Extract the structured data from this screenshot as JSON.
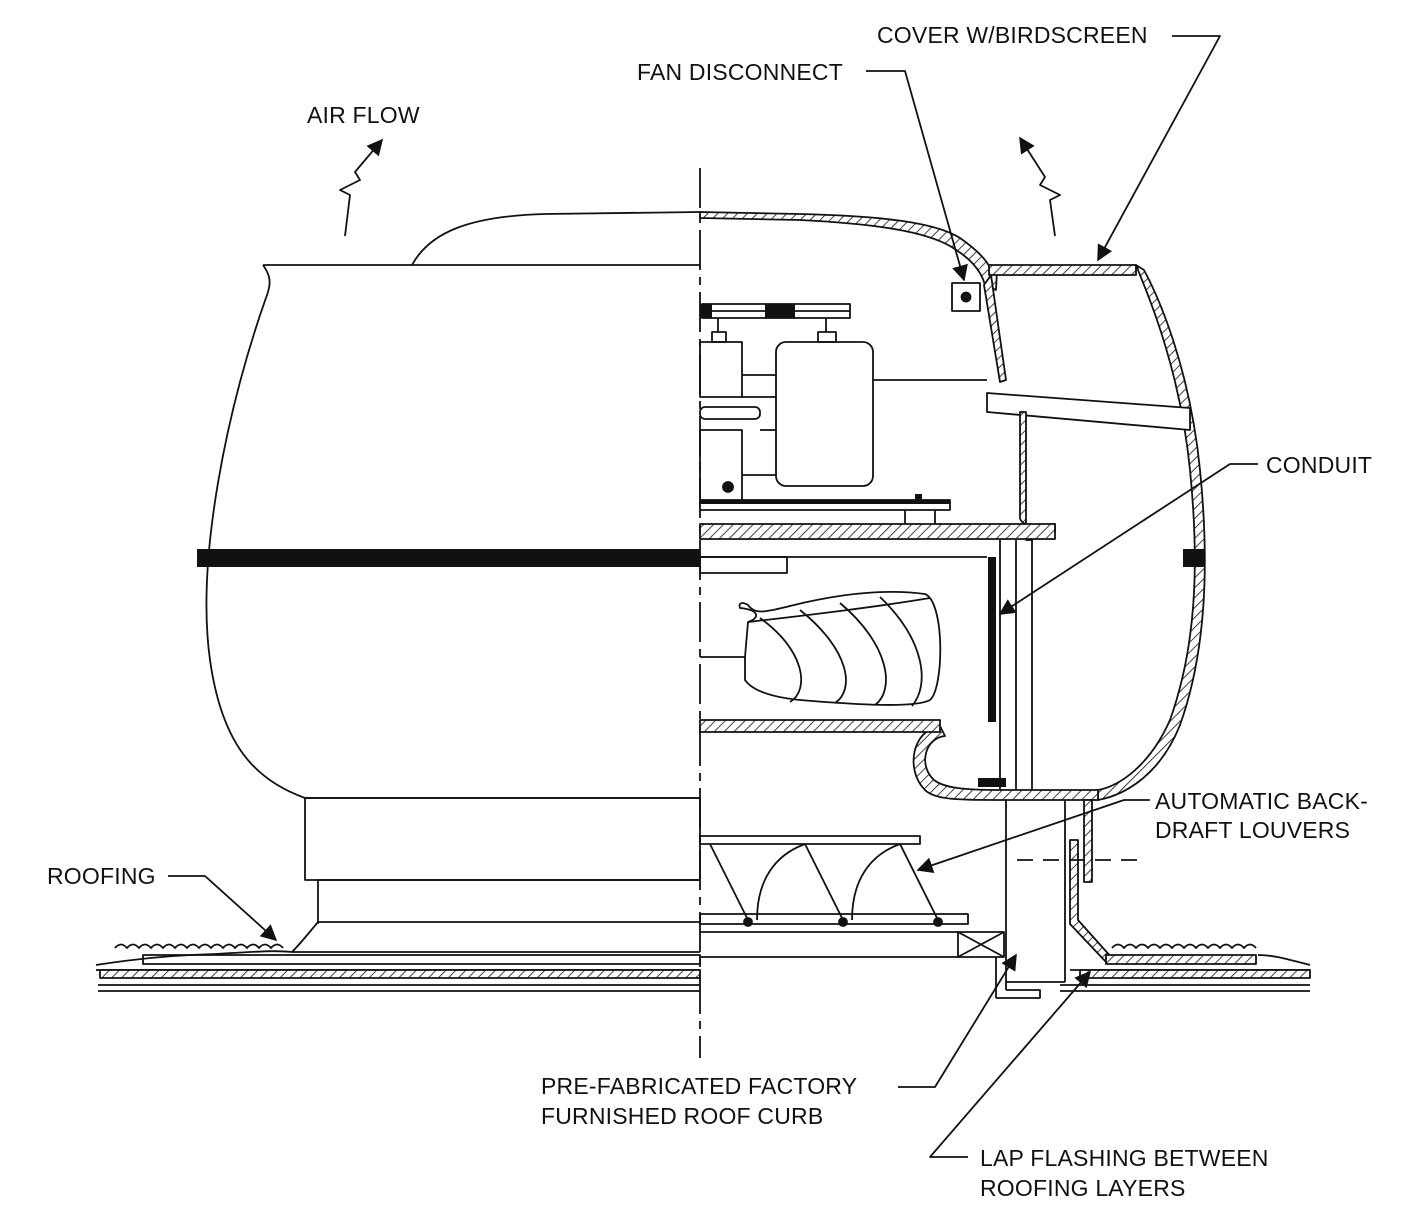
{
  "labels": {
    "cover": "COVER W/BIRDSCREEN",
    "fan_disconnect": "FAN DISCONNECT",
    "air_flow": "AIR FLOW",
    "conduit": "CONDUIT",
    "louvers_line1": "AUTOMATIC BACK-",
    "louvers_line2": "DRAFT LOUVERS",
    "roofing": "ROOFING",
    "curb_line1": "PRE-FABRICATED FACTORY",
    "curb_line2": "FURNISHED ROOF CURB",
    "flashing_line1": "LAP FLASHING BETWEEN",
    "flashing_line2": "ROOFING LAYERS"
  },
  "colors": {
    "line": "#111111",
    "background": "#ffffff"
  }
}
